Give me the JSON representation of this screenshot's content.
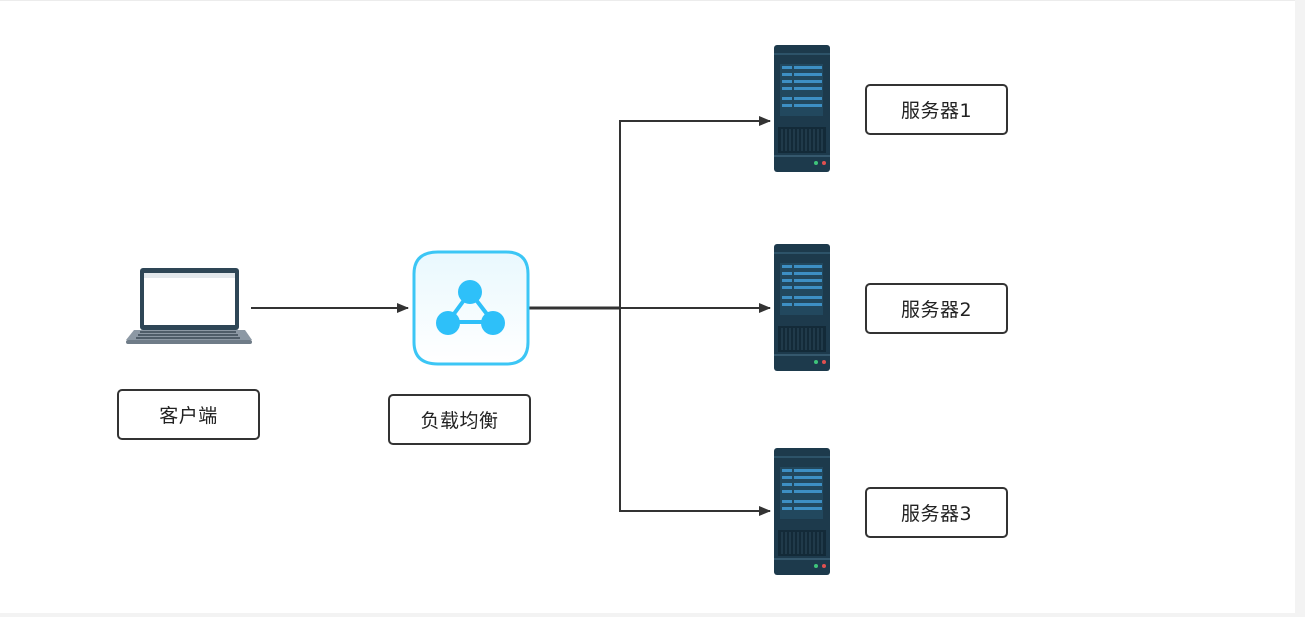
{
  "nodes": {
    "client": {
      "label": "客户端",
      "icon": "laptop-icon"
    },
    "load_balancer": {
      "label": "负载均衡",
      "icon": "load-balancer-icon"
    },
    "servers": [
      {
        "label": "服务器1",
        "icon": "server-icon"
      },
      {
        "label": "服务器2",
        "icon": "server-icon"
      },
      {
        "label": "服务器3",
        "icon": "server-icon"
      }
    ]
  },
  "colors": {
    "arrow": "#333333",
    "label_border": "#333333",
    "lb_border": "#3cc6f5",
    "lb_glyph": "#2ec0f9",
    "server_body": "#1d3a4c",
    "server_stripe": "#3d8fc4",
    "laptop_frame": "#8c98a4"
  }
}
